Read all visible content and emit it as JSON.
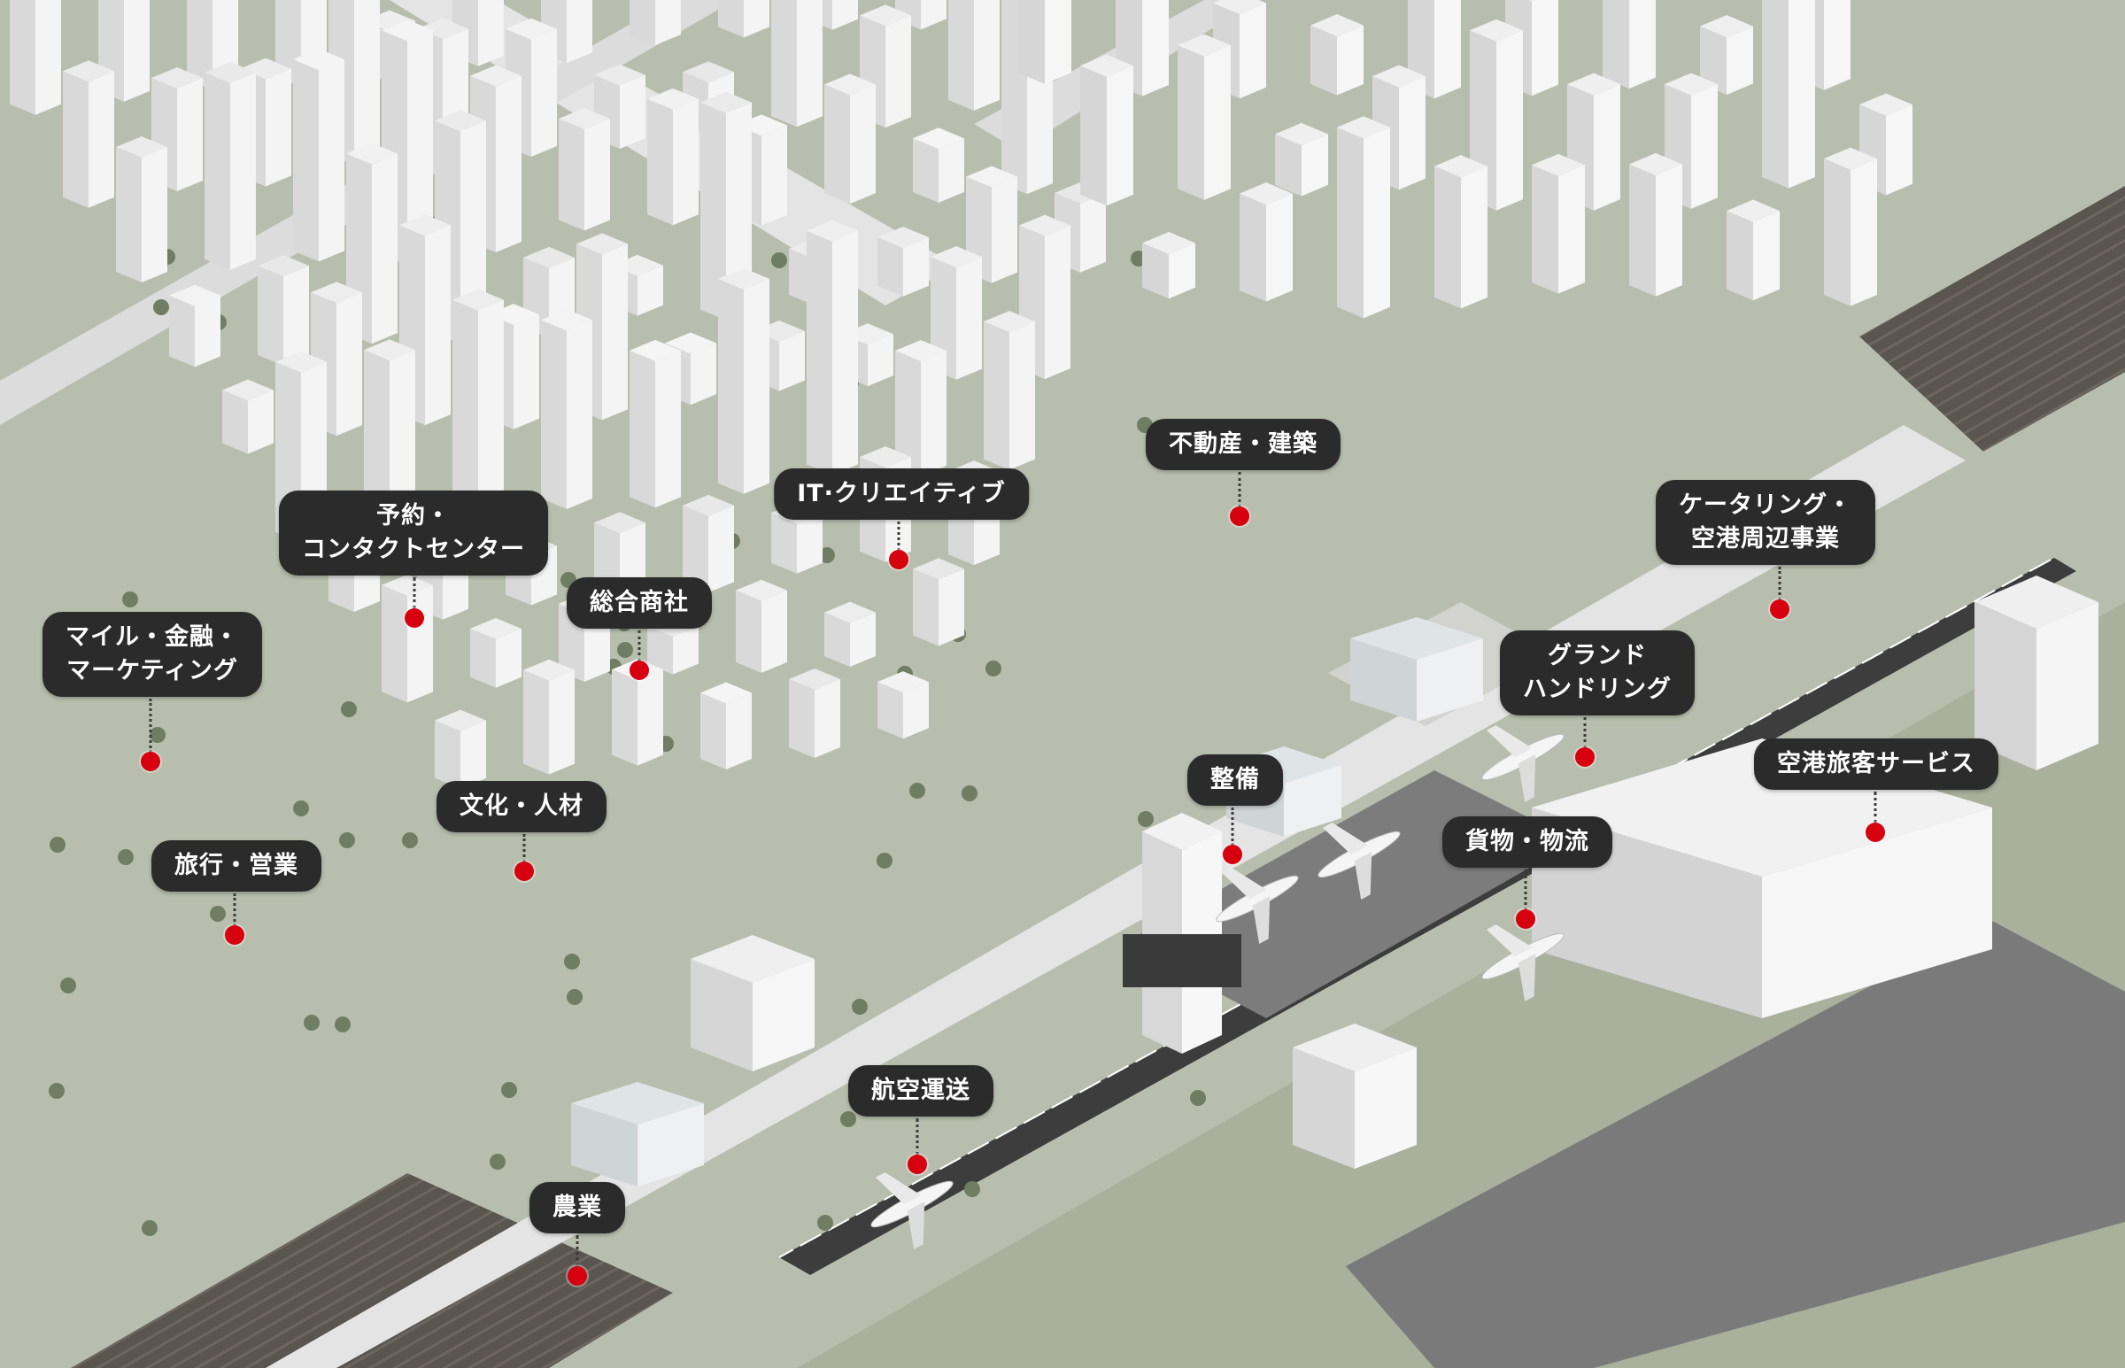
{
  "colors": {
    "pin": "#d7000f",
    "label_bg": "#2b2b2b",
    "label_text": "#ffffff",
    "ground": "#b9bfae",
    "road": "#e2e2e2",
    "runway": "#3d3d3d"
  },
  "labels": [
    {
      "id": "mileage-finance-marketing",
      "lines": [
        "マイル・金融・",
        "マーケティング"
      ]
    },
    {
      "id": "reservation-contact-center",
      "lines": [
        "予約・",
        "コンタクトセンター"
      ]
    },
    {
      "id": "general-trading",
      "lines": [
        "総合商社"
      ]
    },
    {
      "id": "it-creative",
      "lines": [
        "IT·クリエイティブ"
      ]
    },
    {
      "id": "real-estate-construction",
      "lines": [
        "不動産・建築"
      ]
    },
    {
      "id": "catering-airport-business",
      "lines": [
        "ケータリング・",
        "空港周辺事業"
      ]
    },
    {
      "id": "ground-handling",
      "lines": [
        "グランド",
        "ハンドリング"
      ]
    },
    {
      "id": "airport-passenger-service",
      "lines": [
        "空港旅客サービス"
      ]
    },
    {
      "id": "maintenance",
      "lines": [
        "整備"
      ]
    },
    {
      "id": "cargo-logistics",
      "lines": [
        "貨物・物流"
      ]
    },
    {
      "id": "culture-hr",
      "lines": [
        "文化・人材"
      ]
    },
    {
      "id": "travel-sales",
      "lines": [
        "旅行・営業"
      ]
    },
    {
      "id": "air-transport",
      "lines": [
        "航空運送"
      ]
    },
    {
      "id": "agriculture",
      "lines": [
        "農業"
      ]
    }
  ]
}
